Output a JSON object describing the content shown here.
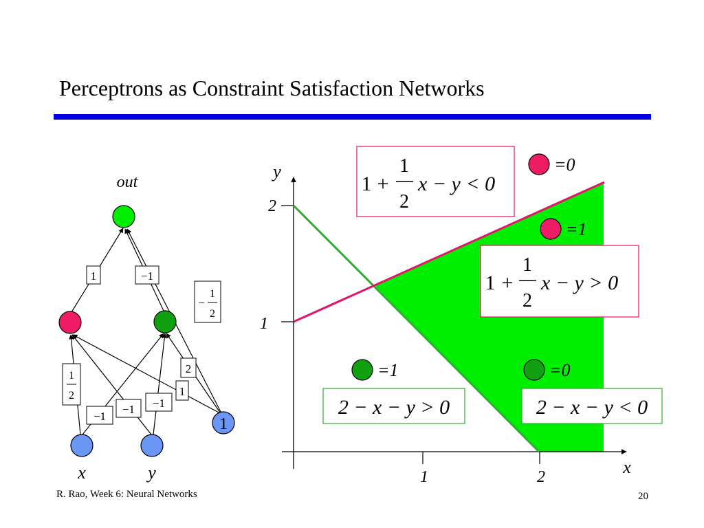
{
  "slide": {
    "title": "Perceptrons as Constraint Satisfaction Networks",
    "footer_left": "R. Rao, Week 6: Neural Networks",
    "page_number": "20"
  },
  "colors": {
    "title_rule": "#0000e0",
    "region_fill": "#00ee00",
    "output_node": "#00ee00",
    "hidden_pink": "#ee1c64",
    "hidden_green": "#10a010",
    "input_node": "#6b96f5",
    "pink_line": "#e3136a",
    "green_line": "#2eab2e"
  },
  "network": {
    "out_label": "out",
    "input_x_label": "x",
    "input_y_label": "y",
    "bias_label": "1",
    "weights": {
      "hidden1_to_out": "1",
      "hidden2_to_out": "−1",
      "bias_to_out_sign": "−",
      "bias_to_out_num": "1",
      "bias_to_out_den": "2",
      "x_to_hidden1_num": "1",
      "x_to_hidden1_den": "2",
      "x_to_hidden2": "−1",
      "y_to_hidden1": "−1",
      "y_to_hidden2": "−1",
      "bias_to_hidden2": "1",
      "bias_to_hidden1": "2"
    }
  },
  "plot": {
    "x_axis_label": "x",
    "y_axis_label": "y",
    "x_ticks": [
      "1",
      "2"
    ],
    "y_ticks": [
      "1",
      "2"
    ],
    "pink_ineq_lt": {
      "a": "1",
      "op1": "+",
      "num": "1",
      "den": "2",
      "rest": "x − y < 0"
    },
    "pink_ineq_gt": {
      "a": "1",
      "op1": "+",
      "num": "1",
      "den": "2",
      "rest": "x − y > 0"
    },
    "green_ineq_gt": "2 − x − y > 0",
    "green_ineq_lt": "2 − x − y < 0",
    "legend_pink_0": "=0",
    "legend_pink_1": "=1",
    "legend_green_1": "=1",
    "legend_green_0": "=0"
  }
}
